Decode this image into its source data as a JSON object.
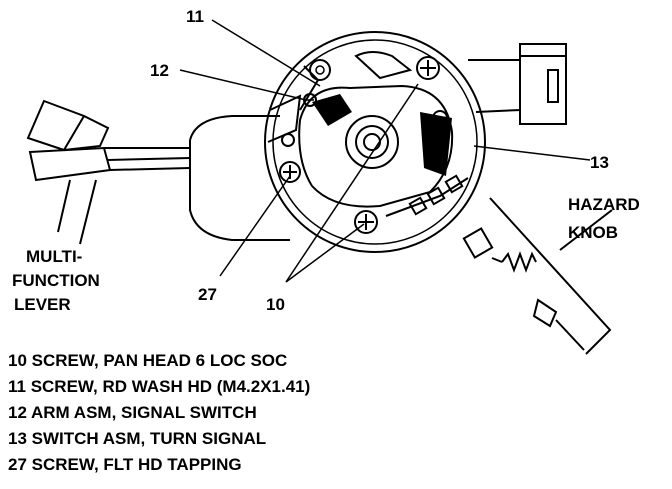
{
  "callouts": {
    "c11": "11",
    "c12": "12",
    "c13": "13",
    "c27": "27",
    "c10": "10"
  },
  "labels": {
    "hazard_line1": "HAZARD",
    "hazard_line2": "KNOB",
    "multi_line1": "MULTI-",
    "multi_line2": "FUNCTION",
    "multi_line3": "LEVER"
  },
  "legend": [
    "10 SCREW, PAN HEAD 6 LOC SOC",
    "11 SCREW, RD WASH HD (M4.2X1.41)",
    "12 ARM ASM, SIGNAL SWITCH",
    "13 SWITCH ASM, TURN SIGNAL",
    "27 SCREW, FLT HD TAPPING"
  ]
}
